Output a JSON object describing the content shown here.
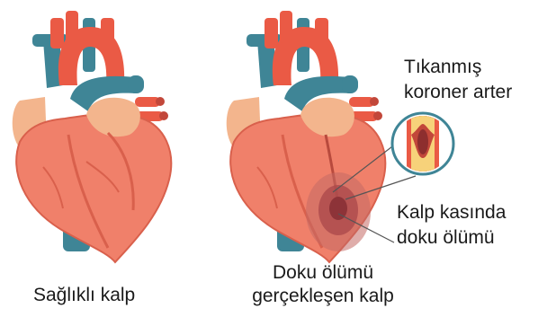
{
  "labels": {
    "healthy_heart": "Sağlıklı kalp",
    "damaged_heart_line1": "Doku ölümü",
    "damaged_heart_line2": "gerçekleşen kalp",
    "blocked_artery_line1": "Tıkanmış",
    "blocked_artery_line2": "koroner arter",
    "tissue_death_line1": "Kalp kasında",
    "tissue_death_line2": "doku ölümü"
  },
  "colors": {
    "muscle": "#f0806a",
    "muscle_dark": "#d9604c",
    "aorta": "#ea5a45",
    "vein_blue": "#3f8596",
    "fat": "#f3b58d",
    "necrosis": "#b04a4a",
    "plaque": "#f7d27a"
  }
}
